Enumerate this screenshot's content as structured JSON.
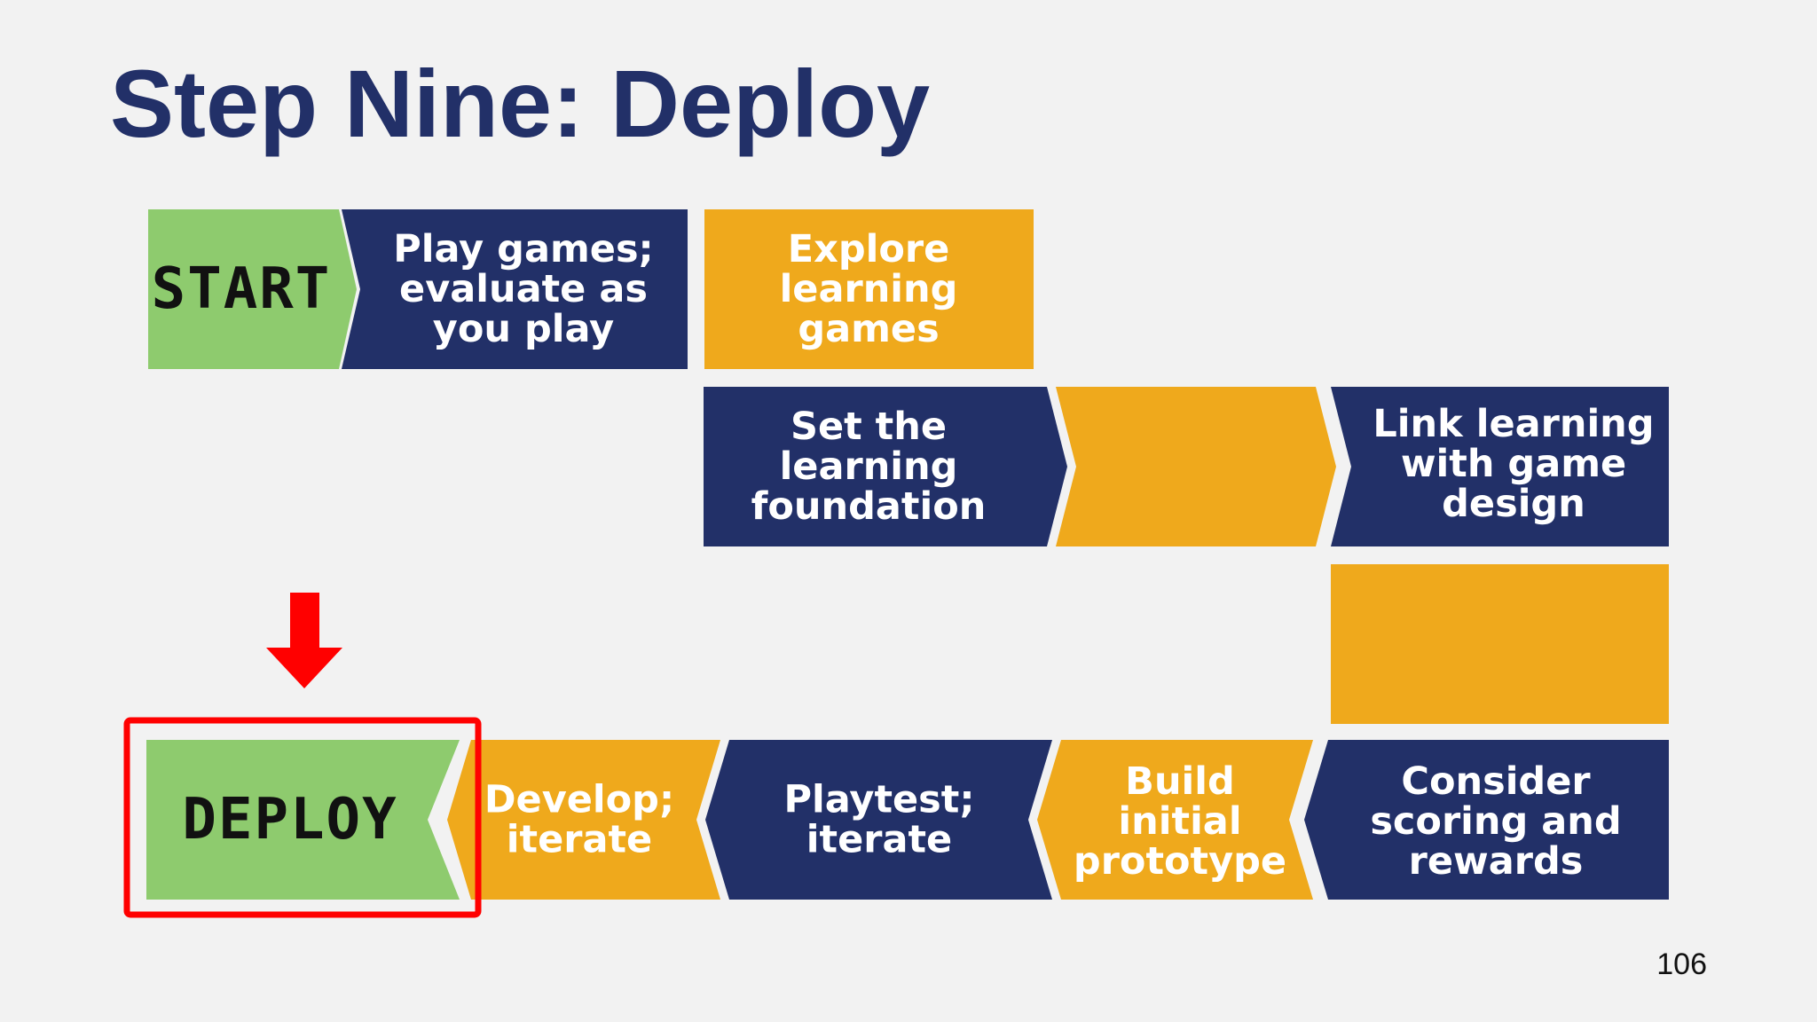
{
  "slide": {
    "title": "Step Nine: Deploy",
    "page_number": "106"
  },
  "colors": {
    "navy": "#223068",
    "gold": "#efa91c",
    "green": "#8ecb6e",
    "highlight_red": "#ff0000",
    "background": "#f2f2f2",
    "title": "#223068"
  },
  "steps": [
    {
      "id": "start",
      "lines": [
        "START"
      ],
      "color": "green",
      "text_color": "#111111"
    },
    {
      "id": "play-games",
      "lines": [
        "Play games;",
        "evaluate as",
        "you play"
      ],
      "color": "navy",
      "text_color": "#ffffff"
    },
    {
      "id": "explore",
      "lines": [
        "Explore",
        "learning",
        "games"
      ],
      "color": "gold",
      "text_color": "#ffffff"
    },
    {
      "id": "foundation",
      "lines": [
        "Set the",
        "learning",
        "foundation"
      ],
      "color": "navy",
      "text_color": "#ffffff"
    },
    {
      "id": "middle-blank",
      "lines": [],
      "color": "gold",
      "text_color": "#ffffff"
    },
    {
      "id": "link-learning",
      "lines": [
        "Link learning",
        "with game",
        "design"
      ],
      "color": "navy",
      "text_color": "#ffffff"
    },
    {
      "id": "right-blank",
      "lines": [],
      "color": "gold",
      "text_color": "#ffffff"
    },
    {
      "id": "scoring",
      "lines": [
        "Consider",
        "scoring and",
        "rewards"
      ],
      "color": "navy",
      "text_color": "#ffffff"
    },
    {
      "id": "prototype",
      "lines": [
        "Build",
        "initial",
        "prototype"
      ],
      "color": "gold",
      "text_color": "#ffffff"
    },
    {
      "id": "playtest",
      "lines": [
        "Playtest;",
        "iterate"
      ],
      "color": "navy",
      "text_color": "#ffffff"
    },
    {
      "id": "develop",
      "lines": [
        "Develop;",
        "iterate"
      ],
      "color": "gold",
      "text_color": "#ffffff"
    },
    {
      "id": "deploy",
      "lines": [
        "DEPLOY"
      ],
      "color": "green",
      "text_color": "#111111",
      "highlighted": true
    }
  ]
}
